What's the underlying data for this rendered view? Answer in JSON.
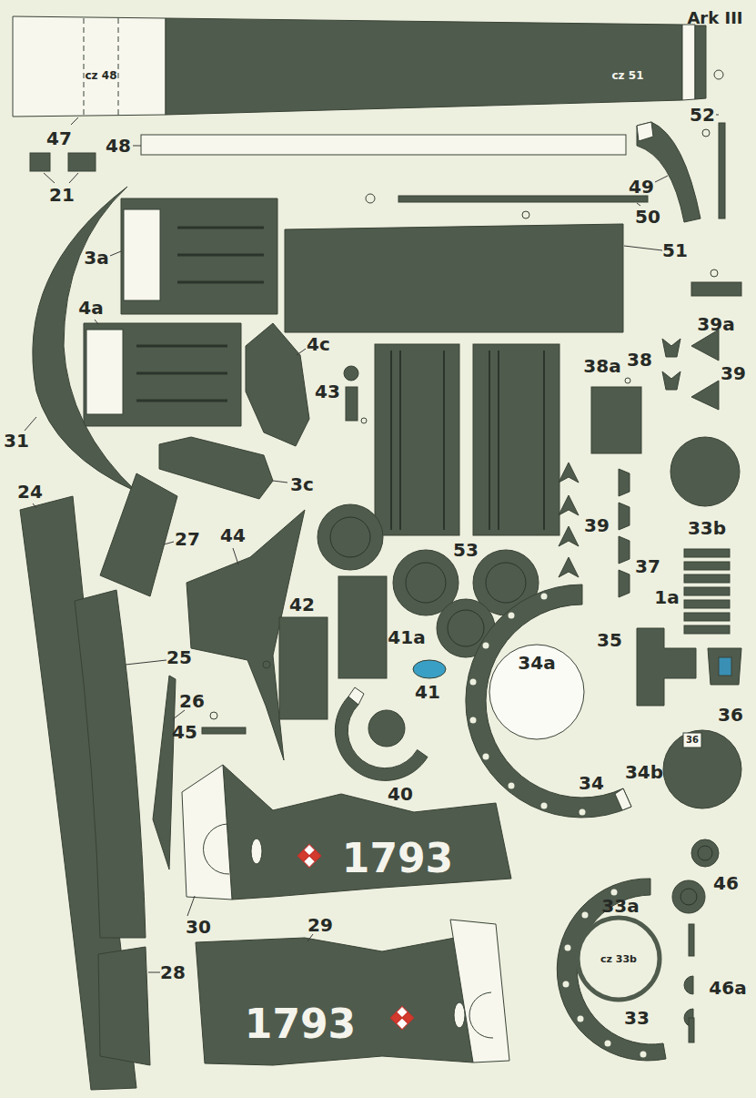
{
  "diagram": {
    "title": "Ark III",
    "labels": [
      "cz 48",
      "cz 51",
      "52",
      "47",
      "48",
      "21",
      "49",
      "50",
      "3a",
      "51",
      "39a",
      "4a",
      "4c",
      "38",
      "39",
      "43",
      "38a",
      "31",
      "3c",
      "33b",
      "24",
      "27",
      "39",
      "53",
      "37",
      "44",
      "1a",
      "42",
      "41a",
      "35",
      "25",
      "41",
      "34a",
      "26",
      "36",
      "45",
      "36",
      "34b",
      "40",
      "34",
      "1793",
      "30",
      "29",
      "46",
      "33a",
      "cz 33b",
      "28",
      "1793",
      "46a",
      "33"
    ]
  }
}
